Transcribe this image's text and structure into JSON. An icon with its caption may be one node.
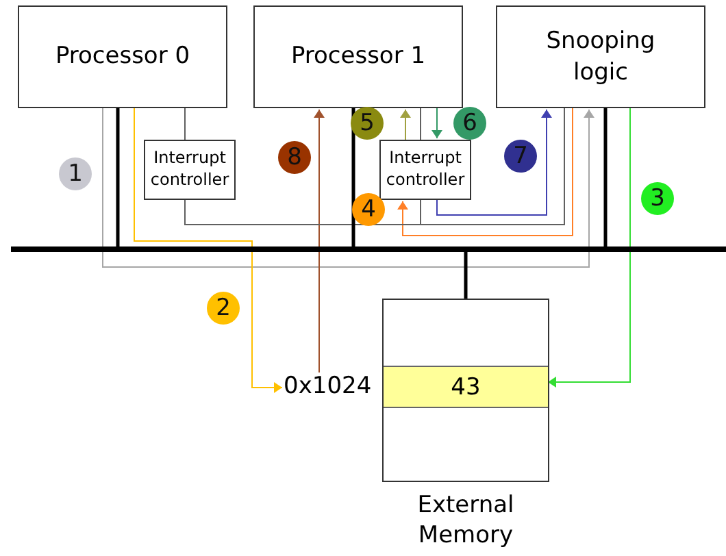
{
  "diagram": {
    "nodes": [
      {
        "text": [
          "Processor 0"
        ]
      },
      {
        "text": [
          "Processor 1"
        ]
      },
      {
        "text": [
          "Snooping logic"
        ]
      },
      {
        "text": [
          "Interrupt controller"
        ]
      },
      {
        "text": [
          "Interrupt controller"
        ]
      },
      {
        "text": [],
        "shape": "bar"
      },
      {
        "text": [
          "0x1024"
        ]
      },
      {
        "text": [
          "External Memory"
        ]
      },
      {
        "text": [
          "43"
        ],
        "in": 7
      }
    ],
    "edges": [
      {
        "from": 0,
        "to": 2,
        "arrow": "to",
        "color": "#a6a6a6"
      },
      {
        "from": 0,
        "to": 6,
        "arrow": "to",
        "color": "#ffc000"
      },
      {
        "from": 2,
        "to": 8,
        "arrow": "to",
        "color": "#33dd33"
      },
      {
        "from": 2,
        "to": 4,
        "arrow": "to",
        "color": "#ff7f27"
      },
      {
        "from": 4,
        "to": 1,
        "arrow": "to",
        "color": "#a0a040"
      },
      {
        "from": 1,
        "to": 4,
        "arrow": "to",
        "color": "#339966"
      },
      {
        "from": 4,
        "to": 2,
        "arrow": "to",
        "color": "#4040b0"
      },
      {
        "from": 6,
        "to": 1,
        "arrow": "to",
        "color": "#a0522d"
      },
      {
        "from": 0,
        "to": 3,
        "arrow": "none",
        "color": "#606060"
      },
      {
        "from": 3,
        "to": 2,
        "arrow": "none",
        "color": "#606060"
      },
      {
        "from": 1,
        "to": 4,
        "arrow": "none",
        "color": "#606060"
      },
      {
        "from": 4,
        "to": 2,
        "arrow": "none",
        "color": "#606060"
      },
      {
        "from": 0,
        "to": 5,
        "arrow": "none",
        "style": "thick",
        "color": "#000000"
      },
      {
        "from": 1,
        "to": 5,
        "arrow": "none",
        "style": "thick",
        "color": "#000000"
      },
      {
        "from": 2,
        "to": 5,
        "arrow": "none",
        "style": "thick",
        "color": "#000000"
      },
      {
        "from": 5,
        "to": 7,
        "arrow": "none",
        "style": "thick",
        "color": "#000000"
      }
    ],
    "labels": [
      "1",
      "2",
      "3",
      "4",
      "5",
      "6",
      "7",
      "8"
    ]
  }
}
